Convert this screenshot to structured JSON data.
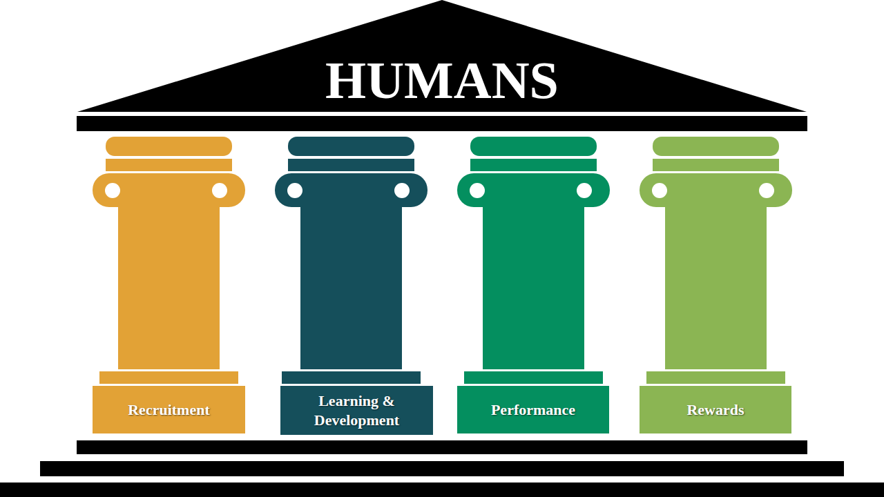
{
  "diagram": {
    "nodes": [
      {
        "text": [
          "HUMANS"
        ]
      },
      {
        "text": [
          "Recruitment"
        ]
      },
      {
        "text": [
          "Learning & Development"
        ]
      },
      {
        "text": [
          "Performance"
        ]
      },
      {
        "text": [
          "Rewards"
        ]
      }
    ]
  }
}
